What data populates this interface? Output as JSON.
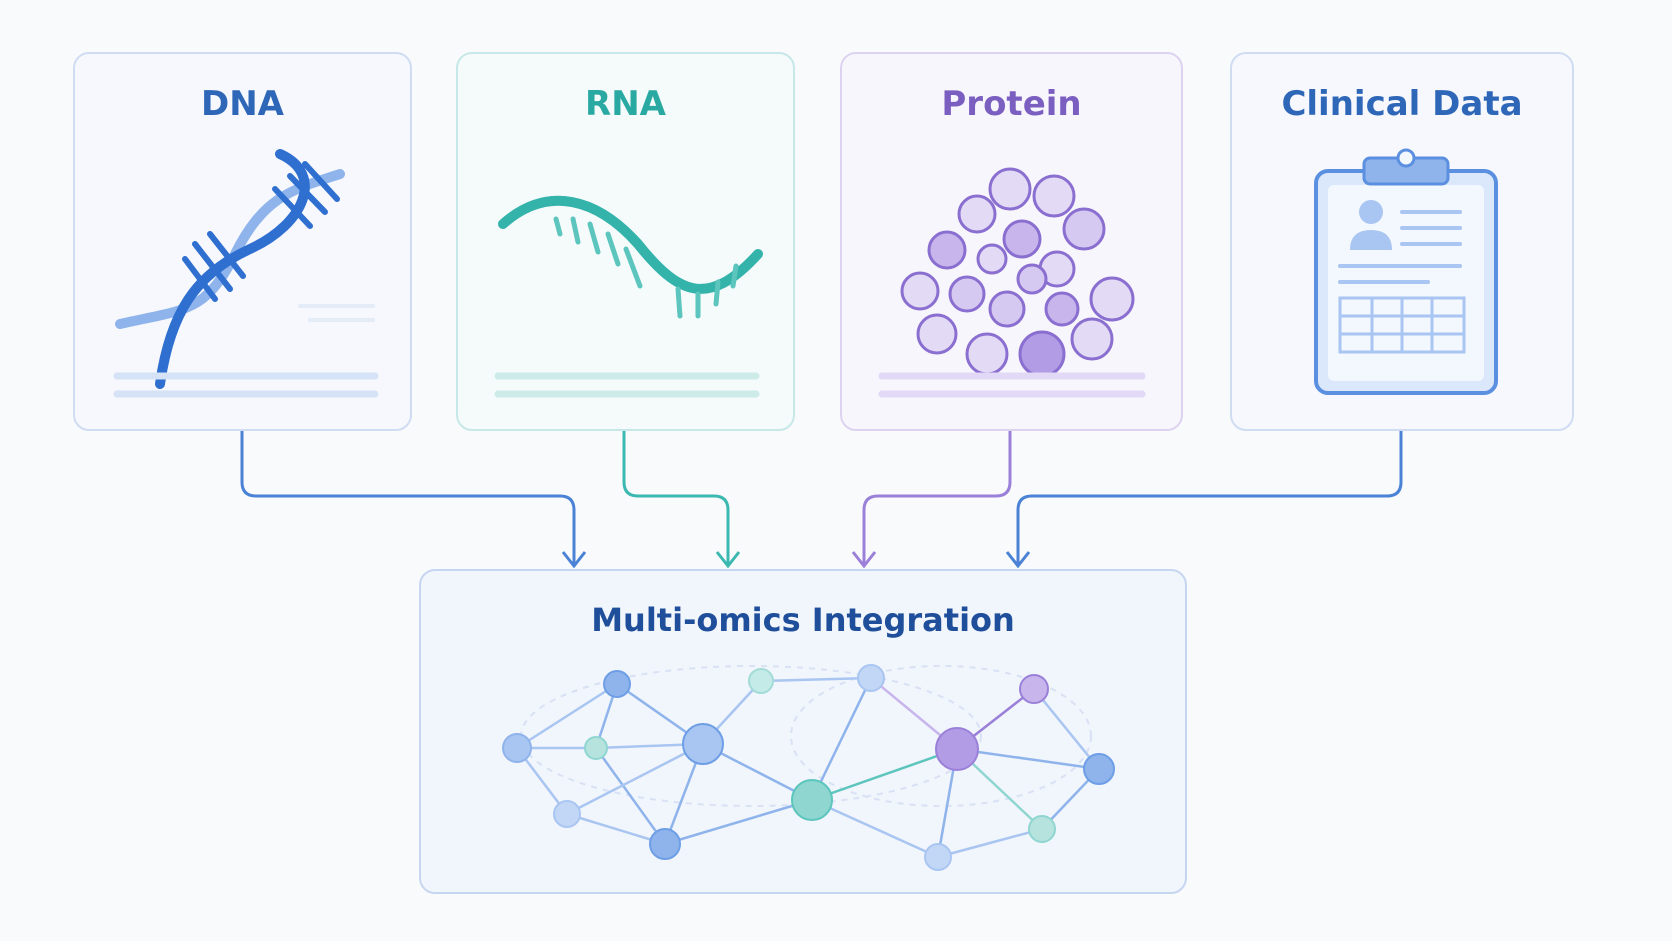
{
  "sources": [
    {
      "id": "dna",
      "label": "DNA",
      "color": "#2f67b8",
      "icon": "dna-helix-icon"
    },
    {
      "id": "rna",
      "label": "RNA",
      "color": "#2aa9a3",
      "icon": "rna-strand-icon"
    },
    {
      "id": "protein",
      "label": "Protein",
      "color": "#7b5fc0",
      "icon": "protein-cluster-icon"
    },
    {
      "id": "clinical",
      "label": "Clinical Data",
      "color": "#2f67b8",
      "icon": "clipboard-icon"
    }
  ],
  "target": {
    "label": "Multi-omics Integration",
    "color": "#1f4f9a",
    "icon": "network-graph-icon"
  },
  "colors": {
    "blue": "#4a82d6",
    "teal": "#3bb9b0",
    "purple": "#9a80d8"
  }
}
